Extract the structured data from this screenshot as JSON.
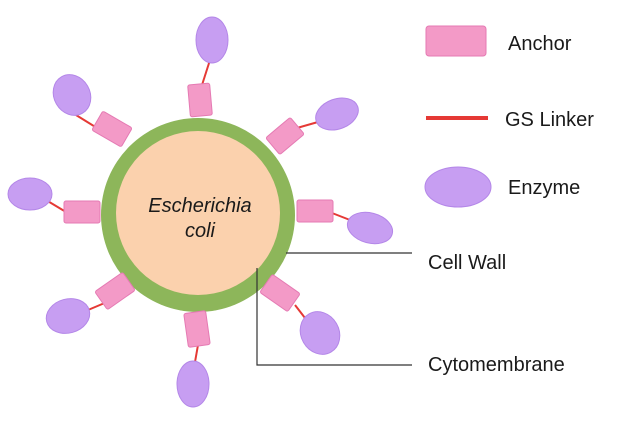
{
  "cell": {
    "name_line1": "Escherichia",
    "name_line2": "coli"
  },
  "legend": {
    "anchor": "Anchor",
    "linker": "GS Linker",
    "enzyme": "Enzyme"
  },
  "callouts": {
    "cell_wall": "Cell Wall",
    "cytomembrane": "Cytomembrane"
  },
  "colors": {
    "anchor": "#f39ac7",
    "anchor_stroke": "#e57ab3",
    "linker": "#e53935",
    "enzyme": "#c79ef2",
    "enzyme_stroke": "#b487e8",
    "cell_wall": "#8db65a",
    "cytoplasm": "#fbd1ad",
    "leader_line": "#333333"
  }
}
